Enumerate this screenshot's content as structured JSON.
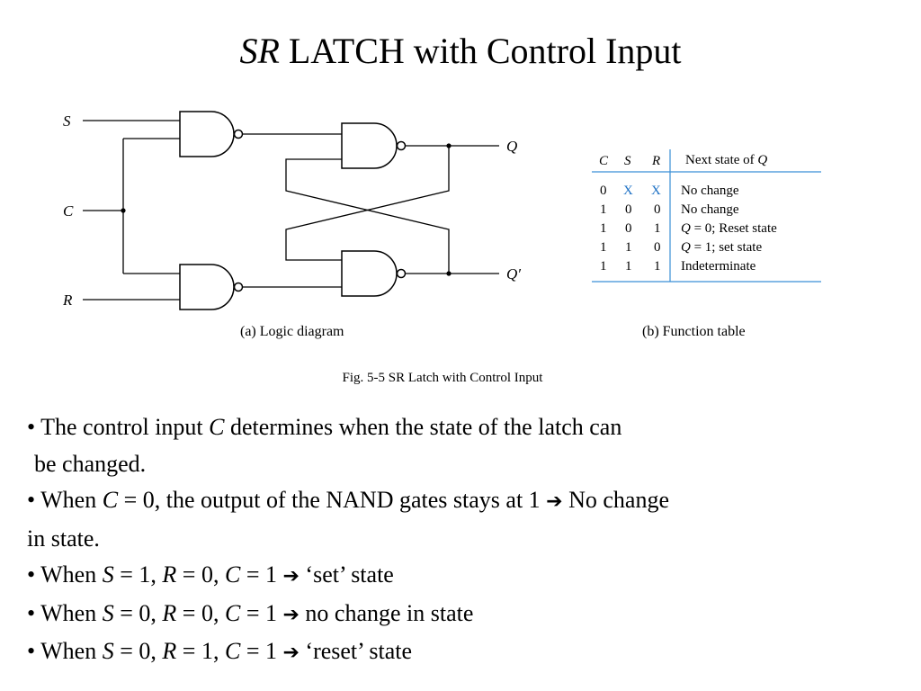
{
  "title": {
    "italic": "SR",
    "rest": "LATCH with Control Input"
  },
  "diagram": {
    "inputs": {
      "s": "S",
      "c": "C",
      "r": "R"
    },
    "outputs": {
      "q": "Q",
      "q_prime": "Q′"
    },
    "caption_a": "(a) Logic diagram"
  },
  "function_table": {
    "headers": {
      "c": "C",
      "s": "S",
      "r": "R",
      "next_prefix": "Next state of ",
      "next_q": "Q"
    },
    "rows": [
      {
        "c": "0",
        "s": "X",
        "r": "X",
        "desc": "No change"
      },
      {
        "c": "1",
        "s": "0",
        "r": "0",
        "desc": "No change"
      },
      {
        "c": "1",
        "s": "0",
        "r": "1",
        "desc_q": "Q",
        "desc": " = 0; Reset state"
      },
      {
        "c": "1",
        "s": "1",
        "r": "0",
        "desc_q": "Q",
        "desc": " = 1; set state"
      },
      {
        "c": "1",
        "s": "1",
        "r": "1",
        "desc": "Indeterminate"
      }
    ],
    "caption_b": "(b) Function table",
    "x_color": "#1a6fc4",
    "rule_color": "#3a8fd6"
  },
  "figure_caption": "Fig. 5-5  SR Latch with Control Input",
  "bullets": {
    "b1": {
      "bullet": "•",
      "p1": " The control input ",
      "c": "C",
      "p2": " determines when the state of the latch can",
      "line2": "be changed."
    },
    "b2": {
      "bullet": "•",
      "p1": " When ",
      "c": "C",
      "p2": " = 0, the output of the NAND gates stays at 1 ",
      "arrow": "➔",
      "p3": " No change",
      "line2": "in state."
    },
    "b3": {
      "bullet": "•",
      "p1": " When ",
      "s": "S",
      "p2": " = 1, ",
      "r": "R",
      "p3": " = 0, ",
      "c": "C",
      "p4": " = 1  ",
      "arrow": "➔",
      "p5": " ‘set’ state"
    },
    "b4": {
      "bullet": "•",
      "p1": " When ",
      "s": "S",
      "p2": " = 0, ",
      "r": "R",
      "p3": " = 0, ",
      "c": "C",
      "p4": " = 1  ",
      "arrow": "➔",
      "p5": " no change in state"
    },
    "b5": {
      "bullet": "•",
      "p1": " When ",
      "s": "S",
      "p2": " = 0, ",
      "r": "R",
      "p3": " = 1, ",
      "c": "C",
      "p4": " = 1  ",
      "arrow": "➔",
      "p5": " ‘reset’ state"
    }
  }
}
